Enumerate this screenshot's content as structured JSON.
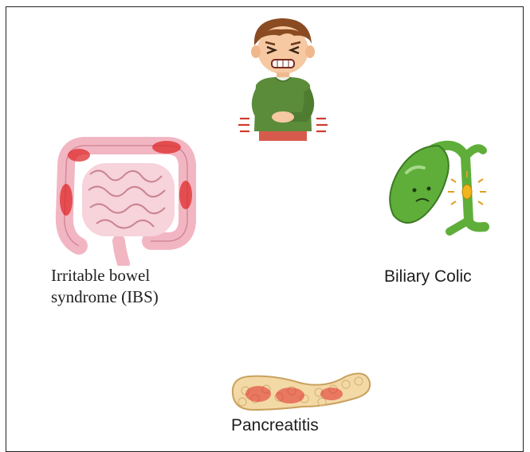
{
  "labels": {
    "ibs_line1": "Irritable bowel",
    "ibs_line2": "syndrome (IBS)",
    "biliary": "Biliary Colic",
    "pancreatitis": "Pancreatitis"
  },
  "icons": {
    "top": "boy-abdominal-pain-icon",
    "left": "intestines-icon",
    "right": "gallbladder-icon",
    "bottom": "pancreas-icon"
  },
  "colors": {
    "inflammation": "#e02a2a",
    "intestine": "#f2b6c3",
    "gallbladder": "#5fae3a",
    "pancreas": "#f3d9a6",
    "shirt": "#5b8c3a"
  }
}
